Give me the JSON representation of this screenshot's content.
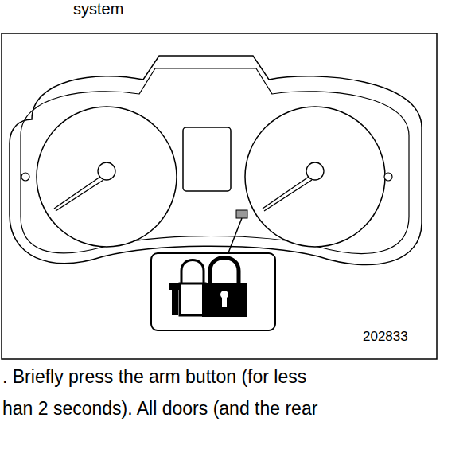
{
  "diagram": {
    "labels": [
      "system",
      "202833",
      ". Briefly press the arm button (for less",
      "han 2 seconds). All doors (and the rear"
    ]
  }
}
